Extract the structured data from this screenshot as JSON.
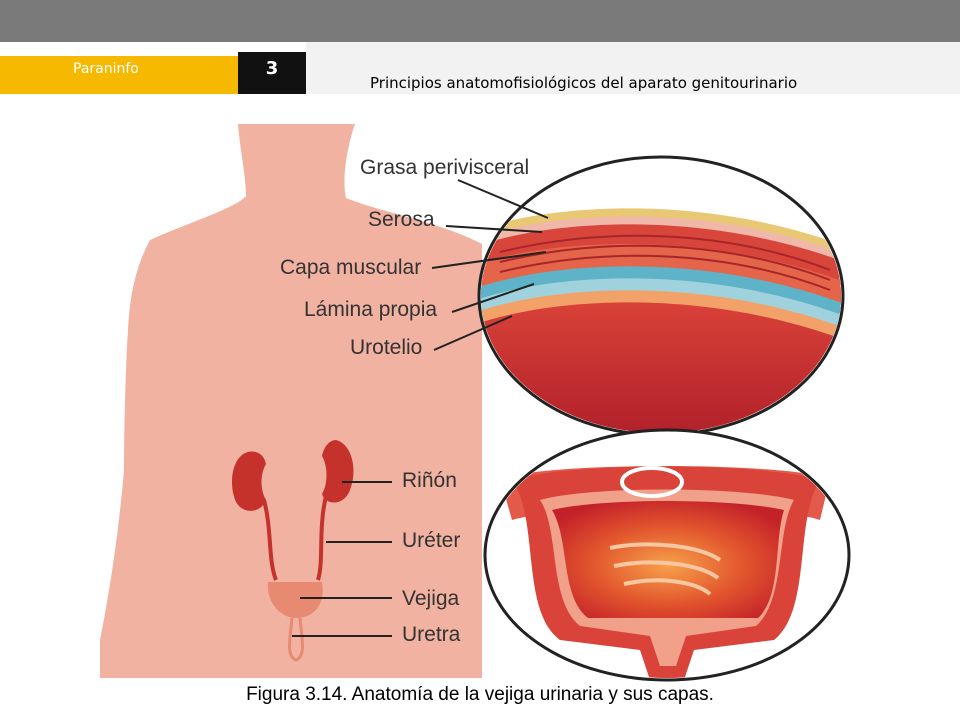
{
  "header": {
    "brand": "Paraninfo",
    "chapter": "3",
    "title": "Principios anatomofisiológicos del aparato genitourinario"
  },
  "figure": {
    "labels": {
      "grasa": "Grasa perivisceral",
      "serosa": "Serosa",
      "muscular": "Capa muscular",
      "lamina": "Lámina propia",
      "urotelio": "Urotelio",
      "rinon": "Riñón",
      "ureter": "Uréter",
      "vejiga": "Vejiga",
      "uretra": "Uretra"
    },
    "caption": "Figura 3.14. Anatomía de la vejiga urinaria y sus capas."
  },
  "colors": {
    "accent": "#f7b800",
    "topbar": "#7a7a7a",
    "skin": "#f2b2a1"
  }
}
